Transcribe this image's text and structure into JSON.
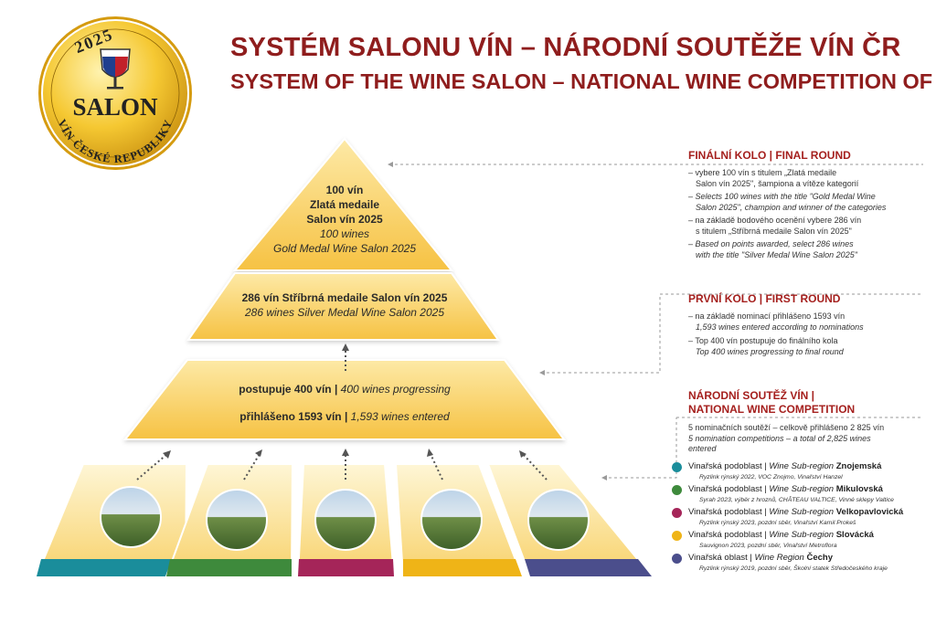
{
  "logo": {
    "year": "2025",
    "name": "SALON",
    "arc_text": "VÍN ČESKÉ REPUBLIKY"
  },
  "header": {
    "title_cz": "SYSTÉM SALONU VÍN – NÁRODNÍ SOUTĚŽE VÍN ČR",
    "title_en": "SYSTEM OF THE WINE SALON – NATIONAL WINE COMPETITION OF CZ"
  },
  "pyramid": {
    "top": {
      "line1": "100 vín",
      "line2": "Zlatá medaile",
      "line3": "Salon vín 2025",
      "line4": "100 wines",
      "line5": "Gold Medal Wine Salon 2025"
    },
    "middle": {
      "line1": "286 vín Stříbrná medaile Salon vín 2025",
      "line2": "286 wines Silver Medal Wine Salon 2025"
    },
    "lower": {
      "line1_cz": "postupuje 400 vín | ",
      "line1_en": "400 wines progressing",
      "line2_cz": "přihlášeno 1593 vín | ",
      "line2_en": "1,593 wines entered"
    }
  },
  "final_round": {
    "heading": "FINÁLNÍ KOLO | FINAL ROUND",
    "b1a": "– vybere 100 vín s titulem „Zlatá medaile",
    "b1b": "Salon vín 2025\", šampiona a vítěze kategorií",
    "b2a": "– Selects 100 wines with the title \"Gold Medal Wine",
    "b2b": "Salon 2025\", champion and winner of the categories",
    "b3a": "– na základě bodového ocenění vybere 286 vín",
    "b3b": "s titulem „Stříbrná medaile Salon vín 2025\"",
    "b4a": "– Based on points awarded, select 286 wines",
    "b4b": "with the title \"Silver Medal Wine Salon 2025\""
  },
  "first_round": {
    "heading": "PRVNÍ KOLO | FIRST ROUND",
    "b1a": "– na základě nominací přihlášeno 1593 vín",
    "b1b": "1,593 wines entered according to nominations",
    "b2a": "– Top 400 vín postupuje do finálního kola",
    "b2b": "Top 400 wines progressing to final round"
  },
  "national": {
    "heading1": "NÁRODNÍ SOUTĚŽ VÍN |",
    "heading2": "NATIONAL WINE COMPETITION",
    "intro1": "5 nominačních soutěží – celkově přihlášeno 2 825 vín",
    "intro2": "5 nomination competitions – a total of 2,825 wines",
    "intro3": "entered",
    "regions": [
      {
        "prefix": "Vinařská podoblast | ",
        "en": "Wine Sub-region ",
        "name": "Znojemská",
        "detail": "Ryzlink rýnský 2022, VOC Znojmo, Vinařství Hanzel",
        "color": "#1a8d9b"
      },
      {
        "prefix": "Vinařská podoblast | ",
        "en": "Wine Sub-region ",
        "name": "Mikulovská",
        "detail": "Syrah 2023, výběr z hroznů, CHÂTEAU VALTICE, Vinné sklepy Valtice",
        "color": "#3e8a3c"
      },
      {
        "prefix": "Vinařská podoblast | ",
        "en": "Wine Sub-region ",
        "name": "Velkopavlovická",
        "detail": "Ryzlink rýnský 2023, pozdní sběr, Vinařství Kamil Prokeš",
        "color": "#a52559"
      },
      {
        "prefix": "Vinařská podoblast | ",
        "en": "Wine Sub-region ",
        "name": "Slovácká",
        "detail": "Sauvignon 2023, pozdní sběr, Vinařství Metroflora",
        "color": "#efb417"
      },
      {
        "prefix": "Vinařská oblast | ",
        "en": "Wine Region ",
        "name": "Čechy",
        "detail": "Ryzlink rýnský 2019, pozdní sběr, Školní statek Středočeského kraje",
        "color": "#4b4e8c"
      }
    ]
  }
}
